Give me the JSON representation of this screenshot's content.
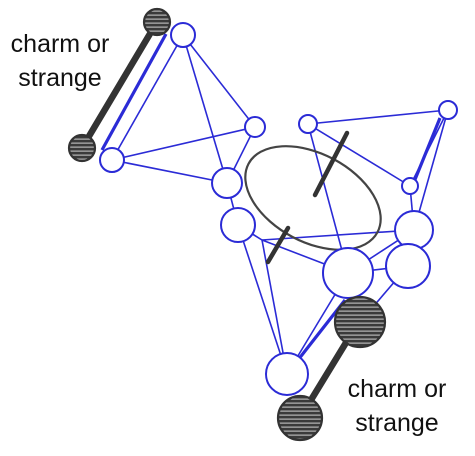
{
  "labels": {
    "top_line1": "charm or",
    "top_line2": "strange",
    "bottom_line1": "charm or",
    "bottom_line2": "strange"
  },
  "colors": {
    "link": "#2b2bd6",
    "node_stroke": "#2b2bd6",
    "node_fill": "#ffffff",
    "quark_fill": "#3a3a3a",
    "quark_stripe": "#cfcfcf",
    "bond": "#333333",
    "ellipse_stroke": "#444444"
  },
  "icons": {
    "light_node": "open-circle",
    "heavy_quark": "striped-dark-circle"
  }
}
